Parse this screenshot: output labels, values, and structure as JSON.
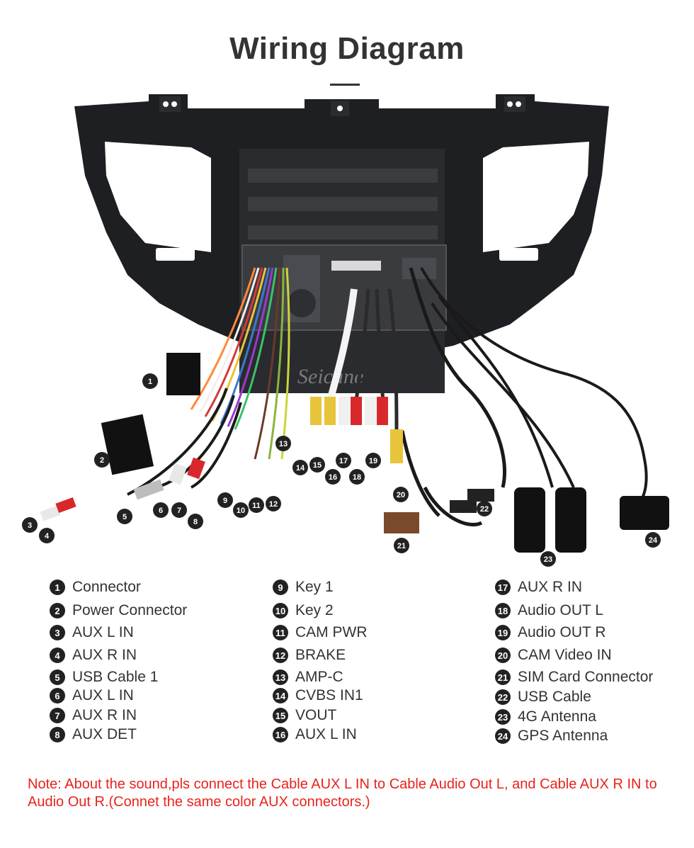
{
  "title": "Wiring Diagram",
  "watermark": "Seicane",
  "legend": [
    {
      "n": "1",
      "label": "Connector"
    },
    {
      "n": "2",
      "label": "Power Connector"
    },
    {
      "n": "3",
      "label": "AUX L IN"
    },
    {
      "n": "4",
      "label": "AUX R IN"
    },
    {
      "n": "5",
      "label": "USB Cable 1"
    },
    {
      "n": "6",
      "label": "AUX L IN"
    },
    {
      "n": "7",
      "label": "AUX R IN"
    },
    {
      "n": "8",
      "label": "AUX DET"
    },
    {
      "n": "9",
      "label": "Key 1"
    },
    {
      "n": "10",
      "label": "Key 2"
    },
    {
      "n": "11",
      "label": "CAM PWR"
    },
    {
      "n": "12",
      "label": "BRAKE"
    },
    {
      "n": "13",
      "label": "AMP-C"
    },
    {
      "n": "14",
      "label": "CVBS IN1"
    },
    {
      "n": "15",
      "label": "VOUT"
    },
    {
      "n": "16",
      "label": "AUX L IN"
    },
    {
      "n": "17",
      "label": "AUX R IN"
    },
    {
      "n": "18",
      "label": "Audio OUT L"
    },
    {
      "n": "19",
      "label": "Audio OUT R"
    },
    {
      "n": "20",
      "label": "CAM Video IN"
    },
    {
      "n": "21",
      "label": "SIM Card Connector"
    },
    {
      "n": "22",
      "label": "USB Cable"
    },
    {
      "n": "23",
      "label": "4G Antenna"
    },
    {
      "n": "24",
      "label": "GPS Antenna"
    }
  ],
  "note": "Note: About the sound,pls connect the Cable AUX L IN to Cable Audio Out L, and Cable AUX R IN to  Audio Out R.(Connet the same color AUX connectors.)"
}
